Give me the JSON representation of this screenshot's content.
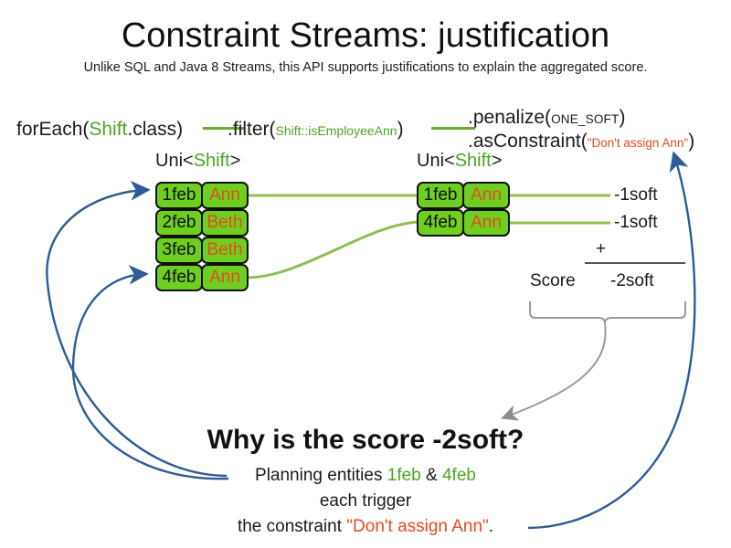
{
  "header": {
    "title": "Constraint Streams: justification",
    "subtitle": "Unlike SQL and Java 8 Streams, this API supports justifications to explain the aggregated score."
  },
  "code": {
    "foreach": {
      "call": "forEach(",
      "type": "Shift",
      "tail": ".class)"
    },
    "filter": {
      "call": ".filter(",
      "arg": "Shift::isEmployeeAnn",
      "tail": ")"
    },
    "penalize": {
      "call": ".penalize(",
      "arg": "ONE_SOFT",
      "tail": ")"
    },
    "as_constraint": {
      "call": ".asConstraint(",
      "arg": "\"Don't assign Ann\"",
      "tail": ")"
    }
  },
  "streams": {
    "left": {
      "label_prefix": "Uni<",
      "label_type": "Shift",
      "label_suffix": ">",
      "rows": [
        {
          "date": "1feb",
          "name": "Ann"
        },
        {
          "date": "2feb",
          "name": "Beth"
        },
        {
          "date": "3feb",
          "name": "Beth"
        },
        {
          "date": "4feb",
          "name": "Ann"
        }
      ]
    },
    "right": {
      "label_prefix": "Uni<",
      "label_type": "Shift",
      "label_suffix": ">",
      "rows": [
        {
          "date": "1feb",
          "name": "Ann",
          "score": "-1soft"
        },
        {
          "date": "4feb",
          "name": "Ann",
          "score": "-1soft"
        }
      ]
    }
  },
  "score_summary": {
    "operator": "+",
    "label": "Score",
    "total": "-2soft"
  },
  "explanation": {
    "heading": "Why is the score -2soft?",
    "line1_a": "Planning entities ",
    "line1_b": "1feb",
    "line1_c": " & ",
    "line1_d": "4feb",
    "line2": "each trigger",
    "line3_a": "the constraint ",
    "line3_b": "\"Don't assign Ann\"",
    "line3_c": "."
  },
  "colors": {
    "green_text": "#4ca520",
    "green_fill": "#6ecf20",
    "green_line": "#6cab2e",
    "orange": "#e8491d",
    "blue_arrow": "#2e5c96",
    "gray_arrow": "#8c8c8c"
  }
}
